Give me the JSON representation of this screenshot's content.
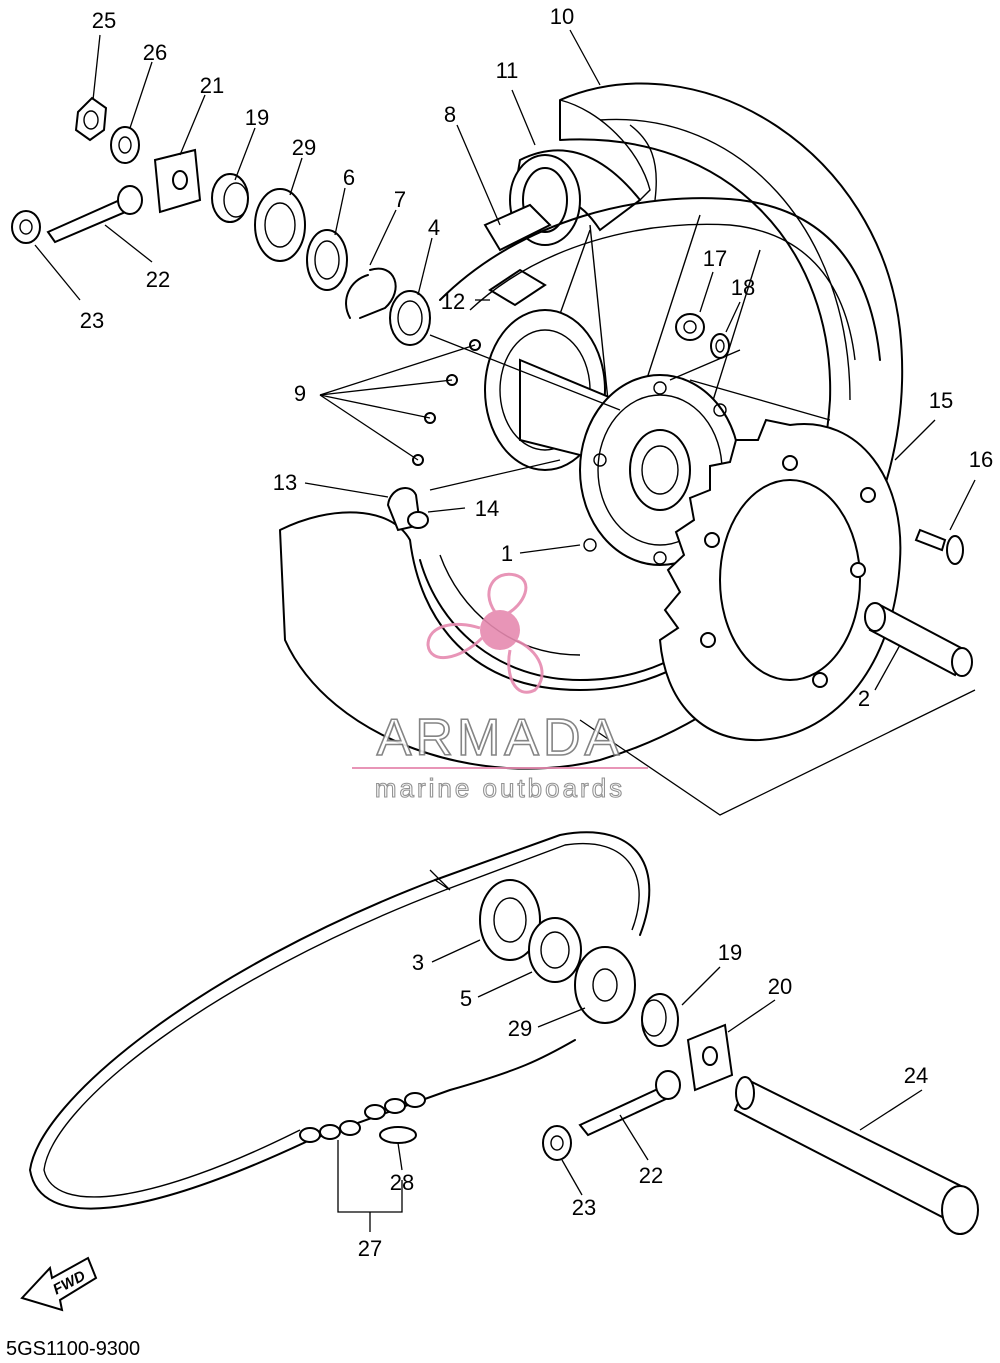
{
  "callouts": [
    {
      "key": "c25a",
      "label": "25"
    },
    {
      "key": "c26",
      "label": "26"
    },
    {
      "key": "c21",
      "label": "21"
    },
    {
      "key": "c19a",
      "label": "19"
    },
    {
      "key": "c29a",
      "label": "29"
    },
    {
      "key": "c6",
      "label": "6"
    },
    {
      "key": "c7",
      "label": "7"
    },
    {
      "key": "c4",
      "label": "4"
    },
    {
      "key": "c22a",
      "label": "22"
    },
    {
      "key": "c23a",
      "label": "23"
    },
    {
      "key": "c10",
      "label": "10"
    },
    {
      "key": "c11",
      "label": "11"
    },
    {
      "key": "c8",
      "label": "8"
    },
    {
      "key": "c12",
      "label": "12"
    },
    {
      "key": "c17",
      "label": "17"
    },
    {
      "key": "c18",
      "label": "18"
    },
    {
      "key": "c9",
      "label": "9"
    },
    {
      "key": "c15",
      "label": "15"
    },
    {
      "key": "c16",
      "label": "16"
    },
    {
      "key": "c13",
      "label": "13"
    },
    {
      "key": "c14",
      "label": "14"
    },
    {
      "key": "c1",
      "label": "1"
    },
    {
      "key": "c2",
      "label": "2"
    },
    {
      "key": "c3",
      "label": "3"
    },
    {
      "key": "c5",
      "label": "5"
    },
    {
      "key": "c29b",
      "label": "29"
    },
    {
      "key": "c19b",
      "label": "19"
    },
    {
      "key": "c20",
      "label": "20"
    },
    {
      "key": "c24",
      "label": "24"
    },
    {
      "key": "c22b",
      "label": "22"
    },
    {
      "key": "c23b",
      "label": "23"
    },
    {
      "key": "c28",
      "label": "28"
    },
    {
      "key": "c27",
      "label": "27"
    }
  ],
  "watermark": {
    "brand": "ARMADA",
    "tagline": "marine outboards",
    "logo_color": "#e68ab0",
    "text_color": "#808080"
  },
  "fwd_label": "FWD",
  "diagram_code": "5GS1100-9300"
}
